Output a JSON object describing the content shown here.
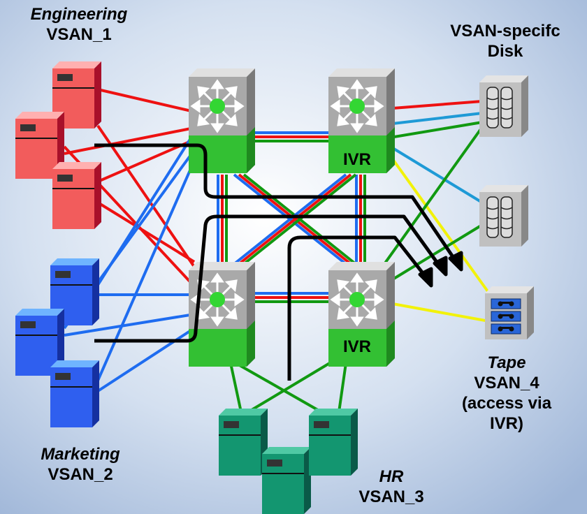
{
  "labels": {
    "engineering": {
      "name": "Engineering",
      "vsan": "VSAN_1"
    },
    "marketing": {
      "name": "Marketing",
      "vsan": "VSAN_2"
    },
    "hr": {
      "name": "HR",
      "vsan": "VSAN_3"
    },
    "tape": {
      "name": "Tape",
      "vsan": "VSAN_4",
      "note1": "(access via",
      "note2": "IVR)"
    },
    "disk": {
      "line1": "VSAN-specifc",
      "line2": "Disk"
    }
  },
  "switches": {
    "top_left": {
      "label": ""
    },
    "top_right": {
      "label": "IVR"
    },
    "bottom_left": {
      "label": ""
    },
    "bottom_right": {
      "label": "IVR"
    }
  },
  "colors": {
    "engineering": "#ee1111",
    "marketing": "#1e6cf0",
    "hr": "#119911",
    "ivr_link": "#f2f20a",
    "disk_link": "#1e9ad6",
    "switch_body": "#33c033",
    "switch_head": "#a9a9a9",
    "path": "#000000"
  },
  "icons": [
    "server-icon",
    "mds-switch-icon",
    "disk-array-icon",
    "tape-library-icon"
  ]
}
